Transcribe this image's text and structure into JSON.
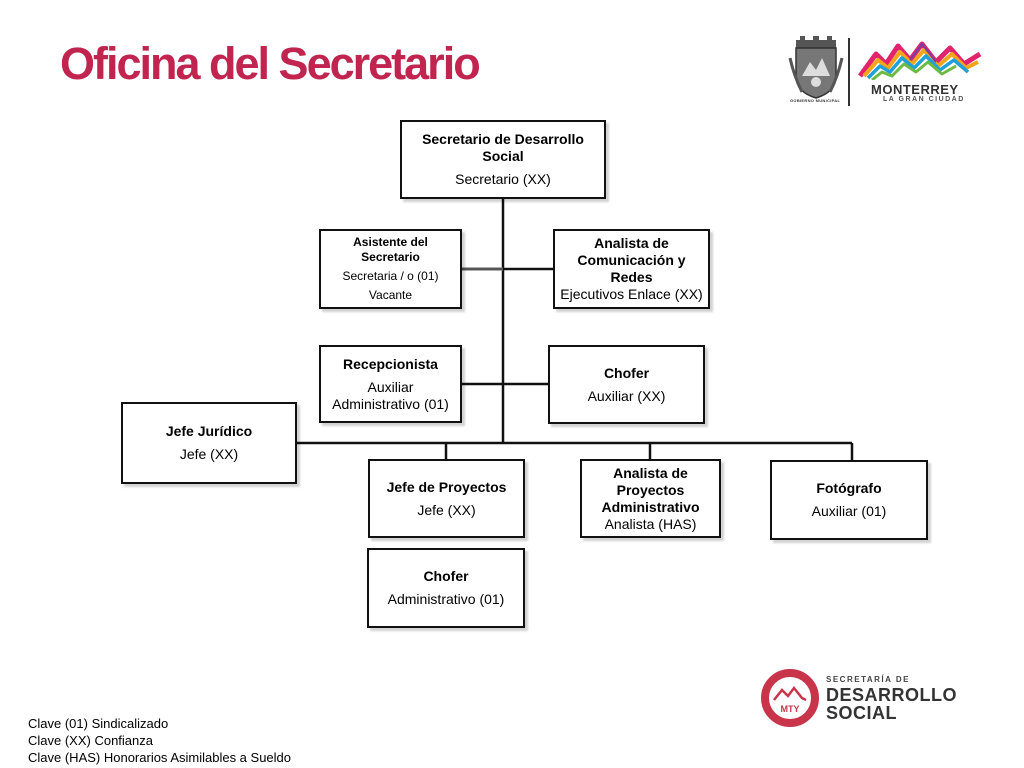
{
  "page": {
    "title": "Oficina del Secretario"
  },
  "logos": {
    "crest_caption": "GOBIERNO MUNICIPAL",
    "city_name": "MONTERREY",
    "city_tagline": "LA GRAN CIUDAD",
    "secretariat_line1": "SECRETARÍA DE",
    "secretariat_line2": "DESARROLLO",
    "secretariat_line3": "SOCIAL",
    "secretariat_badge": "MTY",
    "brand_color": "#c0244f",
    "ring_color": "#c8344a"
  },
  "org_chart": {
    "secretario": {
      "role": "Secretario de Desarrollo Social",
      "detail": "Secretario (XX)"
    },
    "asistente": {
      "role": "Asistente del Secretario",
      "detail1": "Secretaria / o (01)",
      "detail2": "Vacante"
    },
    "analista_comunicacion": {
      "role": "Analista de Comunicación y Redes",
      "detail": "Ejecutivos Enlace (XX)"
    },
    "recepcionista": {
      "role": "Recepcionista",
      "detail": "Auxiliar Administrativo  (01)"
    },
    "chofer_1": {
      "role": "Chofer",
      "detail": "Auxiliar (XX)"
    },
    "jefe_juridico": {
      "role": "Jefe Jurídico",
      "detail": "Jefe (XX)"
    },
    "jefe_proyectos": {
      "role": "Jefe de Proyectos",
      "detail": "Jefe (XX)"
    },
    "analista_proyectos": {
      "role": "Analista de Proyectos Administrativo",
      "detail": "Analista (HAS)"
    },
    "fotografo": {
      "role": "Fotógrafo",
      "detail": "Auxiliar (01)"
    },
    "chofer_2": {
      "role": "Chofer",
      "detail": "Administrativo (01)"
    }
  },
  "legend": [
    "Clave (01) Sindicalizado",
    "Clave (XX) Confianza",
    "Clave (HAS) Honorarios Asimilables a  Sueldo"
  ]
}
